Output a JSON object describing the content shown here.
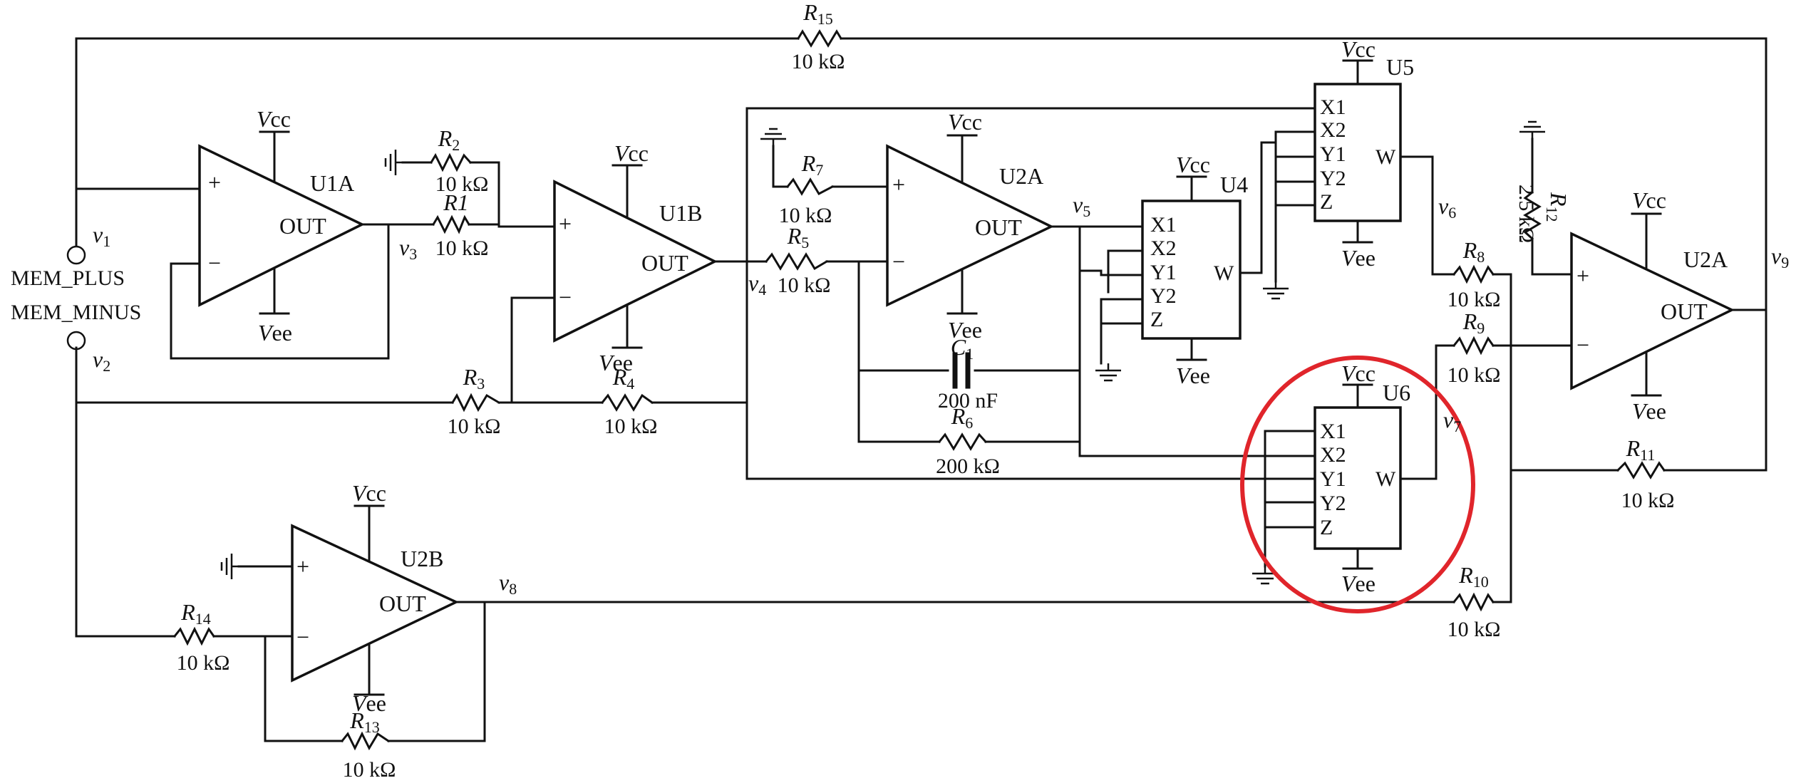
{
  "resistors": [
    {
      "id": "R15",
      "name": "R",
      "sub": "15",
      "value": "10 kΩ"
    },
    {
      "id": "R2",
      "name": "R",
      "sub": "2",
      "value": "10 kΩ"
    },
    {
      "id": "R1",
      "name": "R1",
      "sub": "",
      "value": "10 kΩ"
    },
    {
      "id": "R3",
      "name": "R",
      "sub": "3",
      "value": "10 kΩ"
    },
    {
      "id": "R4",
      "name": "R",
      "sub": "4",
      "value": "10 kΩ"
    },
    {
      "id": "R5",
      "name": "R",
      "sub": "5",
      "value": "10 kΩ"
    },
    {
      "id": "R6",
      "name": "R",
      "sub": "6",
      "value": "200 kΩ"
    },
    {
      "id": "R7",
      "name": "R",
      "sub": "7",
      "value": "10 kΩ"
    },
    {
      "id": "R8",
      "name": "R",
      "sub": "8",
      "value": "10 kΩ"
    },
    {
      "id": "R9",
      "name": "R",
      "sub": "9",
      "value": "10 kΩ"
    },
    {
      "id": "R10",
      "name": "R",
      "sub": "10",
      "value": "10 kΩ"
    },
    {
      "id": "R11",
      "name": "R",
      "sub": "11",
      "value": "10 kΩ"
    },
    {
      "id": "R12",
      "name": "R",
      "sub": "12",
      "value": "2.5 kΩ"
    },
    {
      "id": "R13",
      "name": "R",
      "sub": "13",
      "value": "10 kΩ"
    },
    {
      "id": "R14",
      "name": "R",
      "sub": "14",
      "value": "10 kΩ"
    }
  ],
  "capacitor": {
    "name": "C",
    "sub": "1",
    "value": "200 nF"
  },
  "opamps": [
    {
      "id": "U1A",
      "label": "U1A"
    },
    {
      "id": "U1B",
      "label": "U1B"
    },
    {
      "id": "U2A_int",
      "label": "U2A"
    },
    {
      "id": "U2A_out",
      "label": "U2A"
    },
    {
      "id": "U2B",
      "label": "U2B"
    }
  ],
  "opamp_text": {
    "out": "OUT",
    "plus": "+",
    "minus": "−",
    "vcc": "V",
    "vcc_tail": "cc",
    "vee": "V",
    "vee_tail": "ee"
  },
  "multipliers": [
    {
      "id": "U4",
      "label": "U4",
      "pins": [
        "X1",
        "X2",
        "Y1",
        "Y2",
        "Z"
      ],
      "out": "W",
      "highlighted": false
    },
    {
      "id": "U5",
      "label": "U5",
      "pins": [
        "X1",
        "X2",
        "Y1",
        "Y2",
        "Z"
      ],
      "out": "W",
      "highlighted": false
    },
    {
      "id": "U6",
      "label": "U6",
      "pins": [
        "X1",
        "X2",
        "Y1",
        "Y2",
        "Z"
      ],
      "out": "W",
      "highlighted": true
    }
  ],
  "nodes": {
    "v1": {
      "name": "v",
      "sub": "1"
    },
    "v2": {
      "name": "v",
      "sub": "2"
    },
    "v3": {
      "name": "v",
      "sub": "3"
    },
    "v4": {
      "name": "v",
      "sub": "4"
    },
    "v5": {
      "name": "v",
      "sub": "5"
    },
    "v6": {
      "name": "v",
      "sub": "6"
    },
    "v7": {
      "name": "v",
      "sub": "7"
    },
    "v8": {
      "name": "v",
      "sub": "8"
    },
    "v9": {
      "name": "v",
      "sub": "9"
    }
  },
  "terminals": {
    "plus": "MEM_PLUS",
    "minus": "MEM_MINUS"
  },
  "colors": {
    "wire": "#111111",
    "highlight": "#e0252b"
  }
}
